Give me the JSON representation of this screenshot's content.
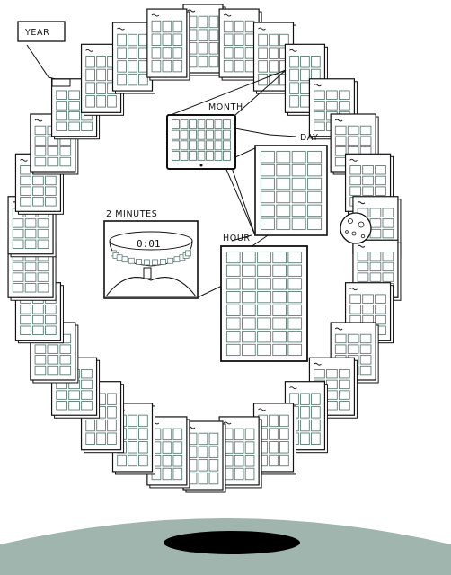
{
  "labels": {
    "year": "YEAR",
    "month": "MONTH",
    "day": "DAY",
    "hour": "HOUR",
    "two_minutes": "2 MINUTES"
  },
  "clock_readout": "0:01",
  "colors": {
    "ink": "#111111",
    "grid_cell": "#5d7d75",
    "paper": "#ffffff",
    "ground": "#9fb5ad",
    "hole": "#000000"
  },
  "icons": {
    "moon": "moon-icon",
    "screen": "computer-screen-icon"
  }
}
